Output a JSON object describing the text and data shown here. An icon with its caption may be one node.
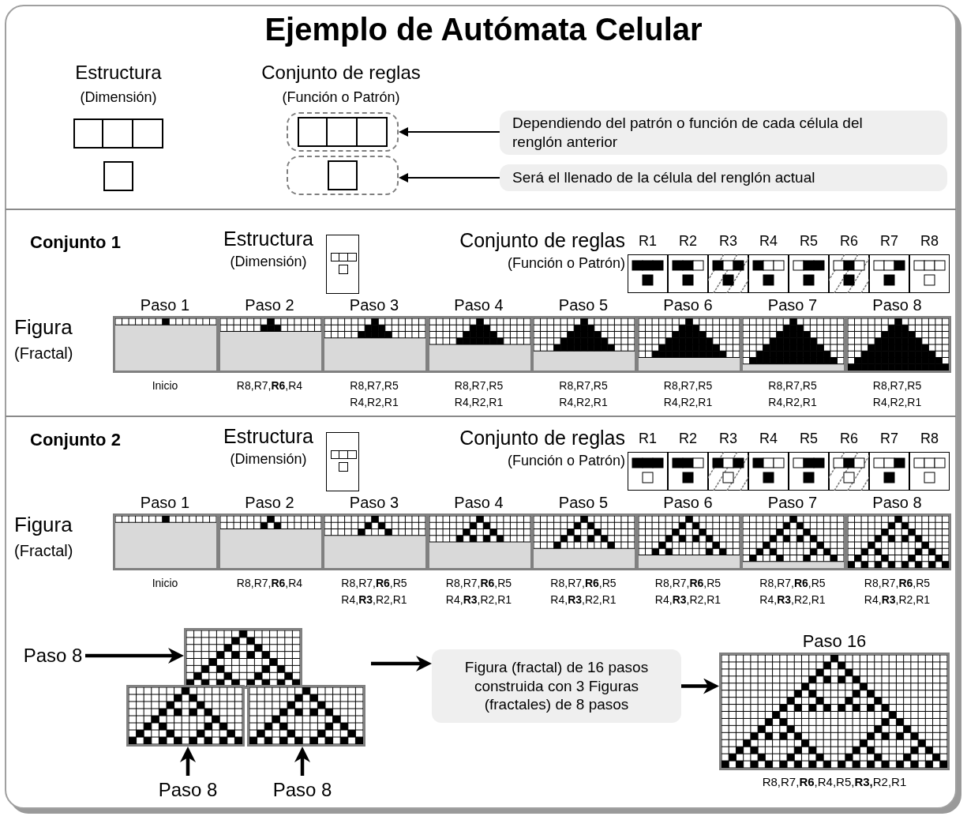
{
  "diagram": {
    "title": "Ejemplo de Autómata Celular",
    "nodes": [
      {
        "text": [],
        "shape": "box"
      },
      {
        "text": [
          "Dependiendo del patrón o función de cada célula del renglón anterior"
        ]
      },
      {
        "text": [],
        "shape": "box"
      },
      {
        "text": [
          "Será el llenado de la célula del renglón actual"
        ]
      },
      {
        "text": [
          "Paso 8"
        ]
      },
      {
        "text": [],
        "shape": "picture"
      },
      {
        "text": [],
        "shape": "picture"
      },
      {
        "text": [],
        "shape": "picture"
      },
      {
        "text": [
          "Figura (fractal) de 16 pasos construida con 3 Figuras (fractales) de 8 pasos"
        ]
      },
      {
        "text": [
          "Paso 16"
        ],
        "beside": [
          "R8,R7,**R6**,R4,R5,**R3,**R2,R1"
        ]
      },
      {
        "text": [
          "Paso 8"
        ]
      },
      {
        "text": [
          "Paso 8"
        ]
      }
    ],
    "edges": [
      {
        "from": 1,
        "to": 0,
        "arrow": "to"
      },
      {
        "from": 3,
        "to": 2,
        "arrow": "to"
      },
      {
        "from": 4,
        "to": 5,
        "arrow": "to"
      },
      {
        "from": 10,
        "to": 6,
        "arrow": "to"
      },
      {
        "from": 11,
        "to": 7,
        "arrow": "to"
      },
      {
        "from": null,
        "to": 8,
        "arrow": "to"
      },
      {
        "from": 8,
        "to": 9,
        "arrow": "to"
      }
    ],
    "labels": [
      "Estructura",
      "(Dimensión)",
      "Conjunto de reglas",
      "(Función o Patrón)",
      "Conjunto 1",
      "Estructura",
      "(Dimensión)",
      "Conjunto de reglas",
      "(Función o Patrón)",
      "R1",
      "R2",
      "R3",
      "R4",
      "R5",
      "R6",
      "R7",
      "R8",
      "Paso 1",
      "Paso 2",
      "Paso 3",
      "Paso 4",
      "Paso 5",
      "Paso 6",
      "Paso 7",
      "Paso 8",
      "Figura",
      "(Fractal)",
      "Inicio",
      "R8,R7,**R6**,R4",
      "R8,R7,R5 R4,R2,R1",
      "R8,R7,R5 R4,R2,R1",
      "R8,R7,R5 R4,R2,R1",
      "R8,R7,R5 R4,R2,R1",
      "R8,R7,R5 R4,R2,R1",
      "R8,R7,R5 R4,R2,R1",
      "Conjunto 2",
      "Estructura",
      "(Dimensión)",
      "Conjunto de reglas",
      "(Función o Patrón)",
      "R1",
      "R2",
      "R3",
      "R4",
      "R5",
      "R6",
      "R7",
      "R8",
      "Paso 1",
      "Paso 2",
      "Paso 3",
      "Paso 4",
      "Paso 5",
      "Paso 6",
      "Paso 7",
      "Paso 8",
      "Figura",
      "(Fractal)",
      "Inicio",
      "R8,R7,**R6**,R4",
      "R8,R7,**R6**,R5 R4,**R3**,R2,R1",
      "R8,R7,**R6**,R5 R4,**R3**,R2,R1",
      "R8,R7,**R6**,R5 R4,**R3**,R2,R1",
      "R8,R7,**R6**,R5 R4,**R3**,R2,R1",
      "R8,R7,**R6**,R5 R4,**R3**,R2,R1",
      "R8,R7,**R6**,R5 R4,**R3**,R2,R1"
    ]
  }
}
